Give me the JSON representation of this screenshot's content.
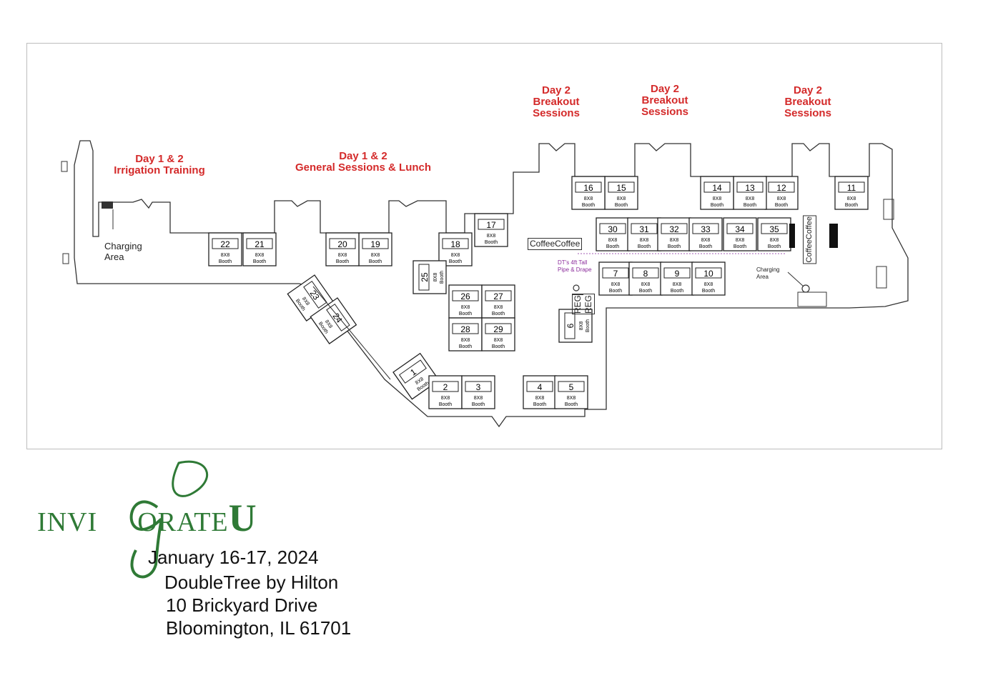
{
  "rooms": {
    "training": {
      "line1": "Day 1 & 2",
      "line2": "Irrigation Training"
    },
    "general": {
      "line1": "Day 1 & 2",
      "line2": "General Sessions & Lunch"
    },
    "breakout_a": {
      "line1": "Day 2",
      "line2": "Breakout",
      "line3": "Sessions"
    },
    "breakout_b": {
      "line1": "Day 2",
      "line2": "Breakout",
      "line3": "Sessions"
    },
    "breakout_c": {
      "line1": "Day 2",
      "line2": "Breakout",
      "line3": "Sessions"
    }
  },
  "areas": {
    "charging_left": {
      "line1": "Charging",
      "line2": "Area"
    },
    "charging_right": {
      "line1": "Charging",
      "line2": "Area"
    },
    "pipe_drape": {
      "line1": "DT's 4ft Tall",
      "line2": "Pipe & Drape"
    },
    "coffee_1": "Coffee",
    "coffee_2": "Coffee",
    "coffee_3": "Coffee",
    "coffee_4": "Coffee",
    "reg_1": "REG",
    "reg_2": "REG"
  },
  "booth_caption_1": "8X8",
  "booth_caption_2": "Booth",
  "booths": [
    "1",
    "2",
    "3",
    "4",
    "5",
    "6",
    "7",
    "8",
    "9",
    "10",
    "11",
    "12",
    "13",
    "14",
    "15",
    "16",
    "17",
    "18",
    "19",
    "20",
    "21",
    "22",
    "23",
    "24",
    "25",
    "26",
    "27",
    "28",
    "29",
    "30",
    "31",
    "32",
    "33",
    "34",
    "35"
  ],
  "logo": {
    "part1": "INVI",
    "part2": "ORATE",
    "part3": "U"
  },
  "event": {
    "date": "January 16-17, 2024",
    "venue": "DoubleTree by Hilton",
    "address": "10 Brickyard Drive",
    "city": "Bloomington, IL 61701"
  }
}
